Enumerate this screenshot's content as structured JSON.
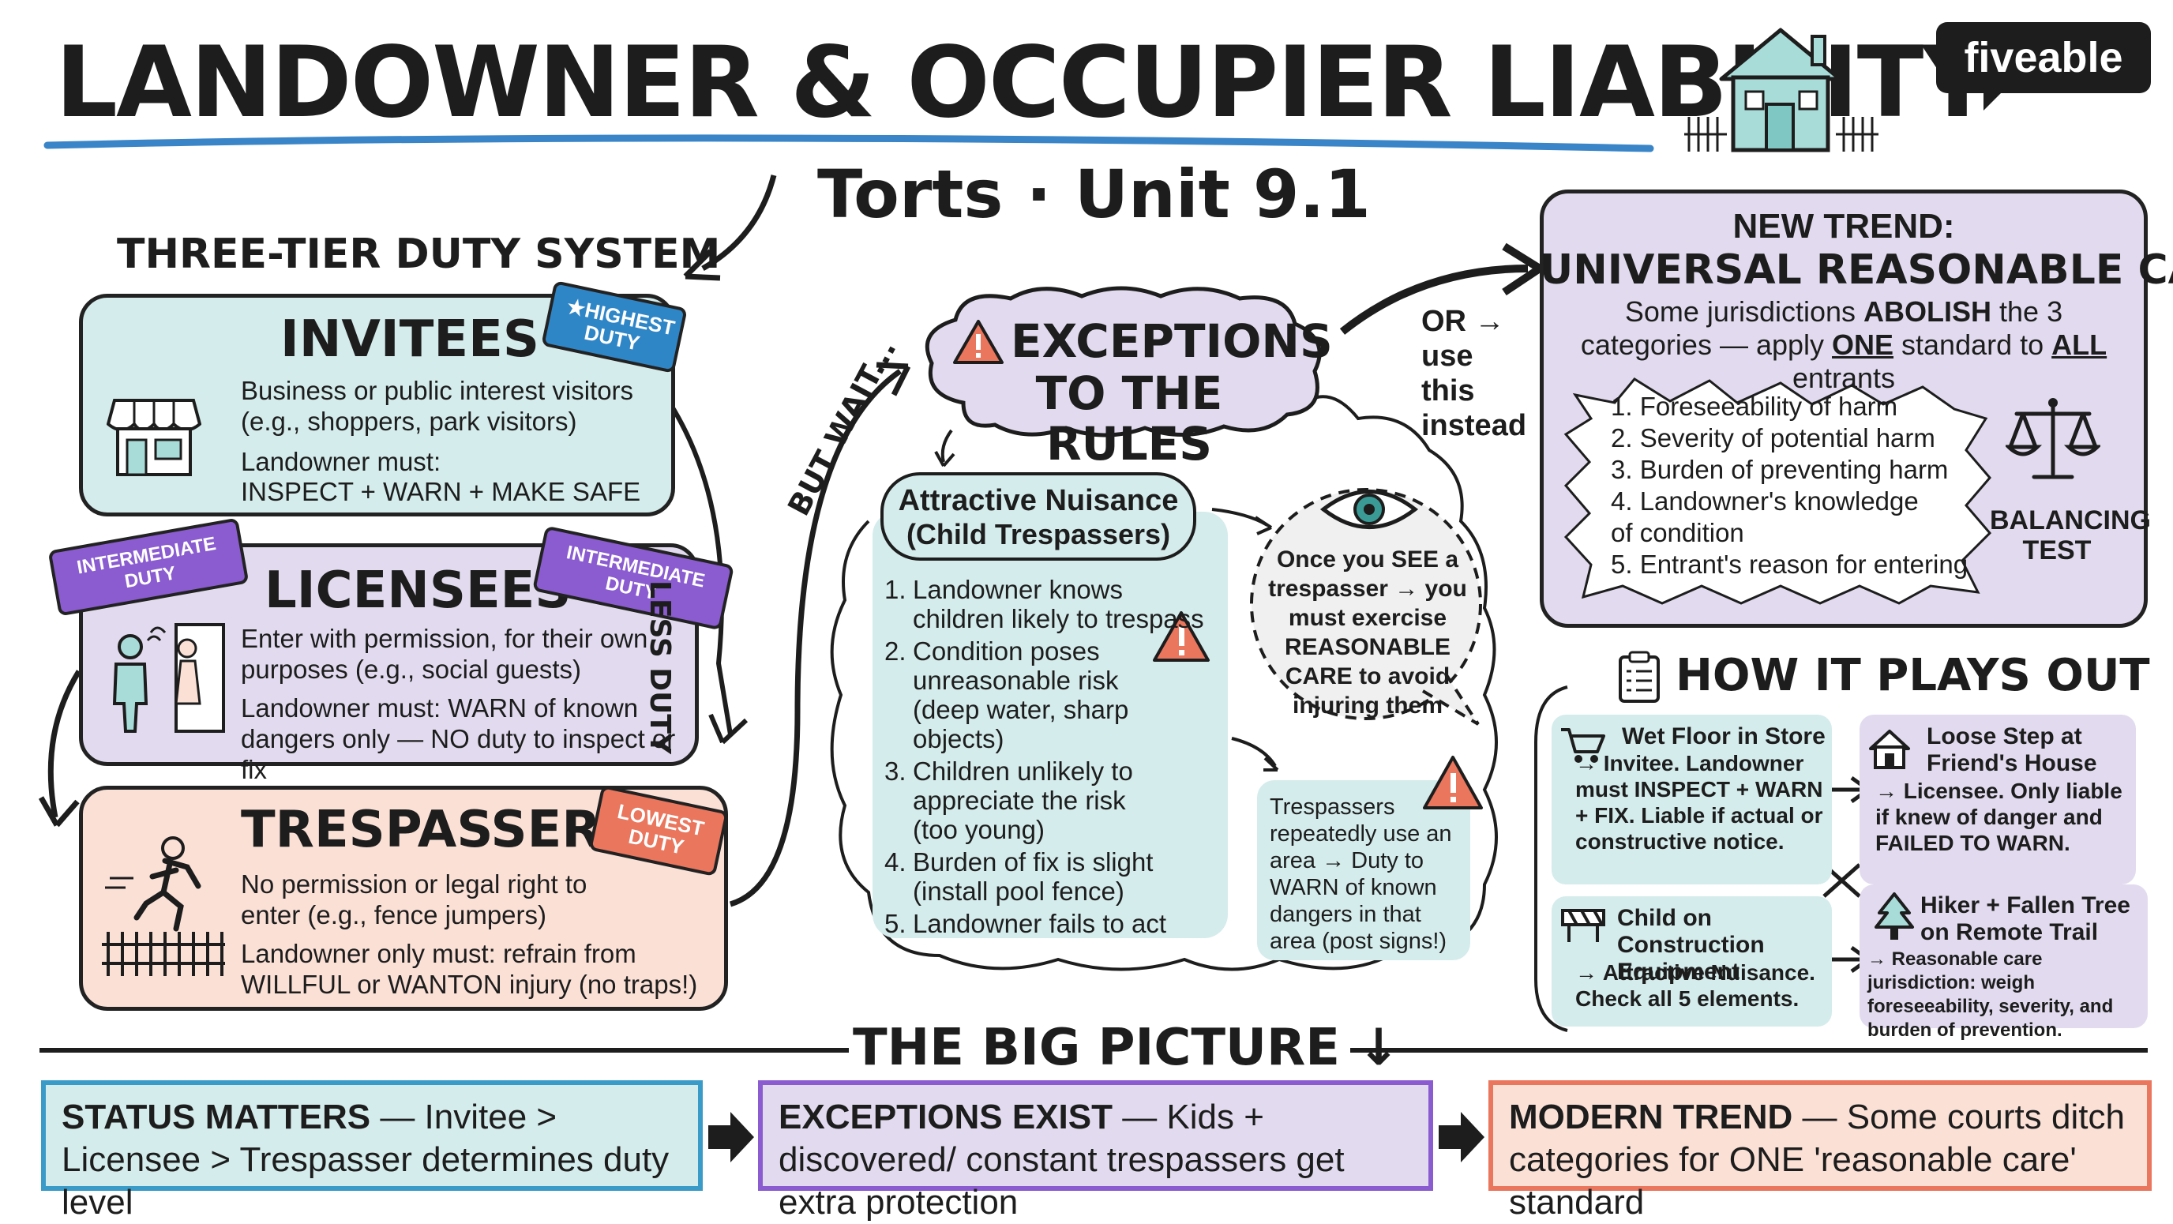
{
  "title": "LANDOWNER & OCCUPIER LIABILITY",
  "subtitle": "Torts · Unit 9.1",
  "brand": "fiveable",
  "colors": {
    "teal": "#d5ecec",
    "purple": "#e2dbef",
    "peach": "#fbe0d6",
    "blue_tag": "#2f86c7",
    "purple_tag": "#8a5cd0",
    "red_tag": "#e9765d",
    "accent_blue": "#3a85c8"
  },
  "tiers": {
    "heading": "THREE-TIER DUTY SYSTEM",
    "less_duty": "LESS DUTY",
    "invitees": {
      "title": "INVITEES",
      "tag": "HIGHEST DUTY",
      "desc": "Business or public interest visitors (e.g., shoppers, park visitors)",
      "must_label": "Landowner must:",
      "must": "INSPECT + WARN + MAKE SAFE",
      "icon": "storefront-icon"
    },
    "licensees": {
      "title": "LICENSEES",
      "tag_left": "INTERMEDIATE DUTY",
      "tag_right": "INTERMEDIATE DUTY",
      "desc": "Enter with permission, for their own purposes (e.g., social guests)",
      "must": "Landowner must: WARN of known dangers only — NO duty to inspect or fix",
      "icon": "guests-at-door-icon"
    },
    "trespassers": {
      "title": "TRESPASSERS",
      "tag": "LOWEST DUTY",
      "desc": "No permission or legal right to enter (e.g., fence jumpers)",
      "must": "Landowner only must: refrain from WILLFUL or WANTON injury (no traps!)",
      "icon": "fence-jumper-icon"
    }
  },
  "but_wait": "BUT WAIT...",
  "exceptions": {
    "title_line1": "EXCEPTIONS",
    "title_line2": "TO THE RULES",
    "attractive": {
      "title_line1": "Attractive Nuisance",
      "title_line2": "(Child Trespassers)",
      "items": [
        "Landowner knows children likely to trespass",
        "Condition poses unreasonable risk (deep water, sharp objects)",
        "Children unlikely to appreciate the risk (too young)",
        "Burden of fix is slight (install pool fence)",
        "Landowner fails to act"
      ]
    },
    "discovered": "Once you SEE a trespasser → you must exercise REASONABLE CARE to avoid injuring them",
    "constant": "Trespassers repeatedly use an area → Duty to WARN of known dangers in that area (post signs!)"
  },
  "or_note": "OR → use this instead",
  "new_trend": {
    "label": "NEW TREND:",
    "title": "UNIVERSAL REASONABLE CARE",
    "desc_1": "Some jurisdictions ",
    "desc_abolish": "ABOLISH",
    "desc_2": " the 3 categories — apply ",
    "desc_one": "ONE",
    "desc_3": " standard to ",
    "desc_all": "ALL",
    "desc_4": " entrants",
    "factors": [
      "1. Foreseeability of harm",
      "2. Severity of potential harm",
      "3. Burden of preventing harm",
      "4. Landowner's knowledge of condition",
      "5. Entrant's reason for entering"
    ],
    "balancing": "BALANCING TEST"
  },
  "plays_out": {
    "title": "HOW IT PLAYS OUT",
    "cases": [
      {
        "title": "Wet Floor in Store",
        "body": "→ Invitee. Landowner must INSPECT + WARN + FIX. Liable if actual or constructive notice.",
        "icon": "shopping-cart-icon"
      },
      {
        "title": "Loose Step at Friend's House",
        "body": "→ Licensee. Only liable if knew of danger and FAILED TO WARN.",
        "icon": "house-icon"
      },
      {
        "title": "Child on Construction Equipment",
        "body": "→ Attractive Nuisance. Check all 5 elements.",
        "icon": "barrier-icon"
      },
      {
        "title": "Hiker + Fallen Tree on Remote Trail",
        "body": "→ Reasonable care jurisdiction: weigh foreseeability, severity, and burden of prevention.",
        "icon": "tree-icon"
      }
    ]
  },
  "big_picture": {
    "title": "THE BIG PICTURE ↓",
    "boxes": [
      {
        "lead": "STATUS MATTERS",
        "text": " — Invitee > Licensee > Trespasser determines duty level"
      },
      {
        "lead": "EXCEPTIONS EXIST",
        "text": " — Kids + discovered/ constant trespassers get extra protection"
      },
      {
        "lead": "MODERN TREND",
        "text": " — Some courts ditch categories for ONE 'reasonable care' standard"
      }
    ]
  }
}
